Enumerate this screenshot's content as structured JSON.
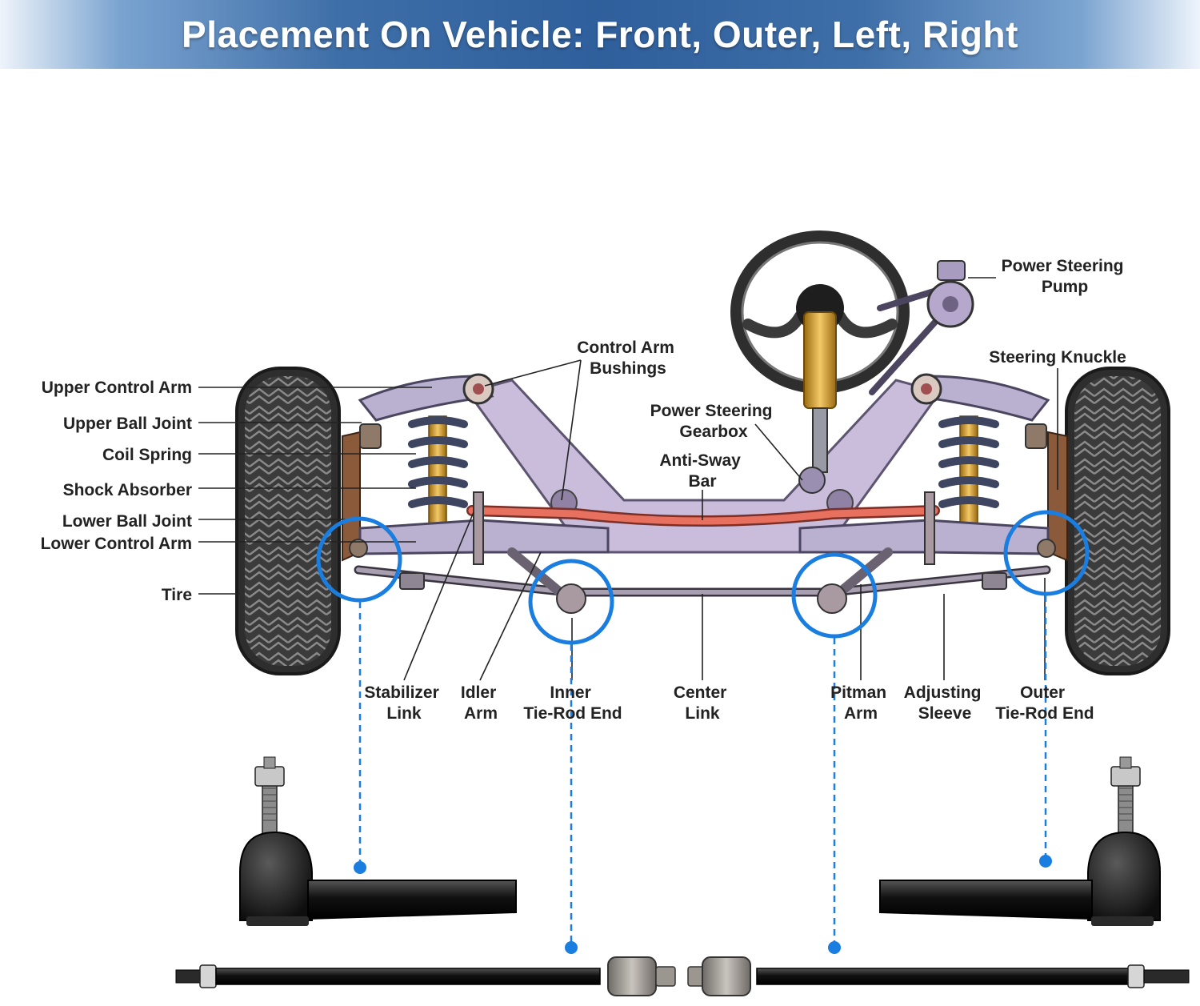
{
  "header": {
    "title": "Placement On Vehicle: Front, Outer, Left, Right"
  },
  "labels": {
    "upper_control_arm": "Upper Control Arm",
    "upper_ball_joint": "Upper Ball Joint",
    "coil_spring": "Coil Spring",
    "shock_absorber": "Shock Absorber",
    "lower_ball_joint": "Lower Ball Joint",
    "lower_control_arm": "Lower Control Arm",
    "tire": "Tire",
    "control_arm_bushings": [
      "Control Arm",
      "Bushings"
    ],
    "power_steering_gearbox": [
      "Power Steering",
      "Gearbox"
    ],
    "anti_sway_bar": [
      "Anti-Sway",
      "Bar"
    ],
    "power_steering_pump": [
      "Power Steering",
      "Pump"
    ],
    "steering_knuckle": "Steering Knuckle",
    "stabilizer_link": [
      "Stabilizer",
      "Link"
    ],
    "idler_arm": [
      "Idler",
      "Arm"
    ],
    "inner_tie_rod_end": [
      "Inner",
      "Tie-Rod End"
    ],
    "center_link": [
      "Center",
      "Link"
    ],
    "pitman_arm": [
      "Pitman",
      "Arm"
    ],
    "adjusting_sleeve": [
      "Adjusting",
      "Sleeve"
    ],
    "outer_tie_rod_end": [
      "Outer",
      "Tie-Rod End"
    ]
  },
  "colors": {
    "highlight": "#1a7de0",
    "frame": "#c7b8d8",
    "anti_sway_bar": "#e8705f",
    "spring": "#3d4560",
    "shock": "#f0b43a",
    "tire": "#3a3a3a",
    "part": "#1e1e1e"
  }
}
